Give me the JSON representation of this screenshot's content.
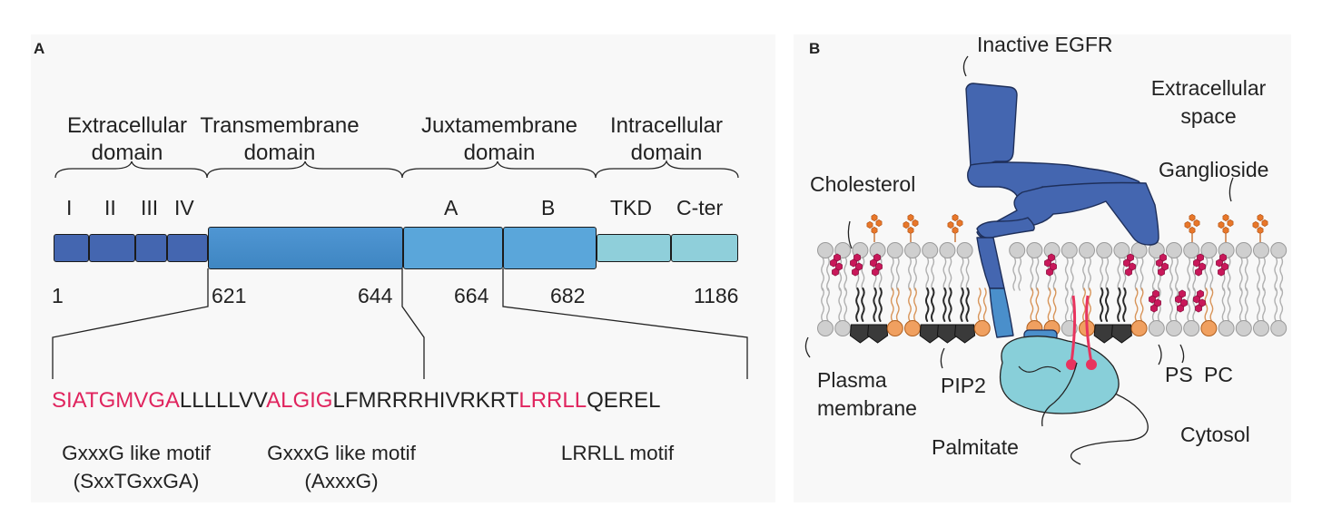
{
  "panel_a": {
    "label": "A",
    "domains": {
      "extracellular": {
        "line1": "Extracellular",
        "line2": "domain"
      },
      "transmembrane": {
        "line1": "Transmembrane",
        "line2": "domain"
      },
      "juxtamembrane": {
        "line1": "Juxtamembrane",
        "line2": "domain"
      },
      "intracellular": {
        "line1": "Intracellular",
        "line2": "domain"
      }
    },
    "subdomains": {
      "I": "I",
      "II": "II",
      "III": "III",
      "IV": "IV",
      "A": "A",
      "B": "B",
      "TKD": "TKD",
      "CTER": "C-ter"
    },
    "positions": {
      "p1": "1",
      "p621": "621",
      "p644": "644",
      "p664": "664",
      "p682": "682",
      "p1186": "1186"
    },
    "sequence": {
      "s1": "SIATGMVGA",
      "s2": "LLLLLVV",
      "s3": "ALGIG",
      "s4": "LFMRRRHIVRKRT",
      "s5": "LRRLL",
      "s6": "QEREL"
    },
    "motifs": {
      "m1_line1": "GxxxG like motif",
      "m1_line2": "(SxxTGxxGA)",
      "m2_line1": "GxxxG like motif",
      "m2_line2": "(AxxxG)",
      "m3": "LRRLL motif"
    },
    "colors": {
      "ecd": "#4466b0",
      "tmd": "#4a8fcb",
      "jmd": "#5aa6da",
      "icd": "#8fcfda",
      "motif": "#e0245e"
    }
  },
  "panel_b": {
    "label": "B",
    "labels": {
      "inactive_egfr": "Inactive EGFR",
      "extracellular_l1": "Extracellular",
      "extracellular_l2": "space",
      "cholesterol": "Cholesterol",
      "ganglioside": "Ganglioside",
      "plasma_l1": "Plasma",
      "plasma_l2": "membrane",
      "pip2": "PIP2",
      "ps": "PS",
      "pc": "PC",
      "palmitate": "Palmitate",
      "cytosol": "Cytosol"
    },
    "colors": {
      "receptor": "#4466b0",
      "receptor_tm": "#4a8fcb",
      "kinase": "#88cfd9",
      "cholesterol": "#c8185a",
      "ganglioside": "#e8772a",
      "lipid_head": "#cfcfcf",
      "ps_head": "#f0a060",
      "pip2_head": "#3a3a3a",
      "palmitate": "#e8345e"
    }
  }
}
